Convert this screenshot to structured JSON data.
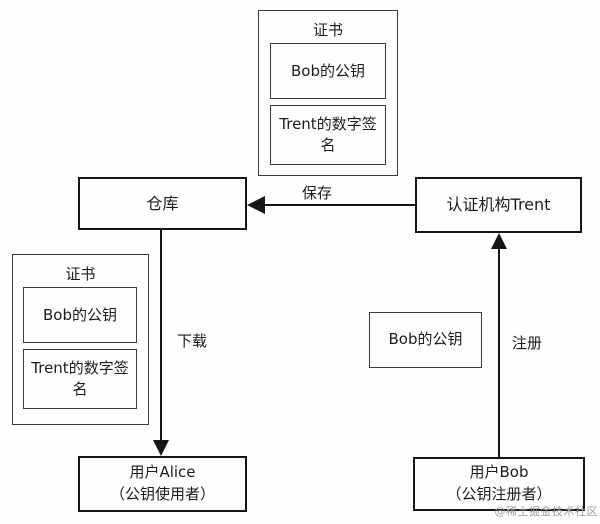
{
  "diagram": {
    "top_certificate": {
      "title": "证书",
      "items": [
        "Bob的公钥",
        "Trent的数字签名"
      ]
    },
    "left_certificate": {
      "title": "证书",
      "items": [
        "Bob的公钥",
        "Trent的数字签名"
      ]
    },
    "repository": {
      "label": "仓库"
    },
    "certification_authority": {
      "label": "认证机构Trent"
    },
    "bob_public_key": {
      "label": "Bob的公钥"
    },
    "user_alice": {
      "line1": "用户Alice",
      "line2": "（公钥使用者）"
    },
    "user_bob": {
      "line1": "用户Bob",
      "line2": "（公钥注册者）"
    },
    "arrows": {
      "save": "保存",
      "download": "下载",
      "register": "注册"
    },
    "watermark": "@稀土掘金技术社区",
    "colors": {
      "line": "#161616",
      "background": "#fefefe",
      "watermark": "#9aa29c"
    }
  }
}
